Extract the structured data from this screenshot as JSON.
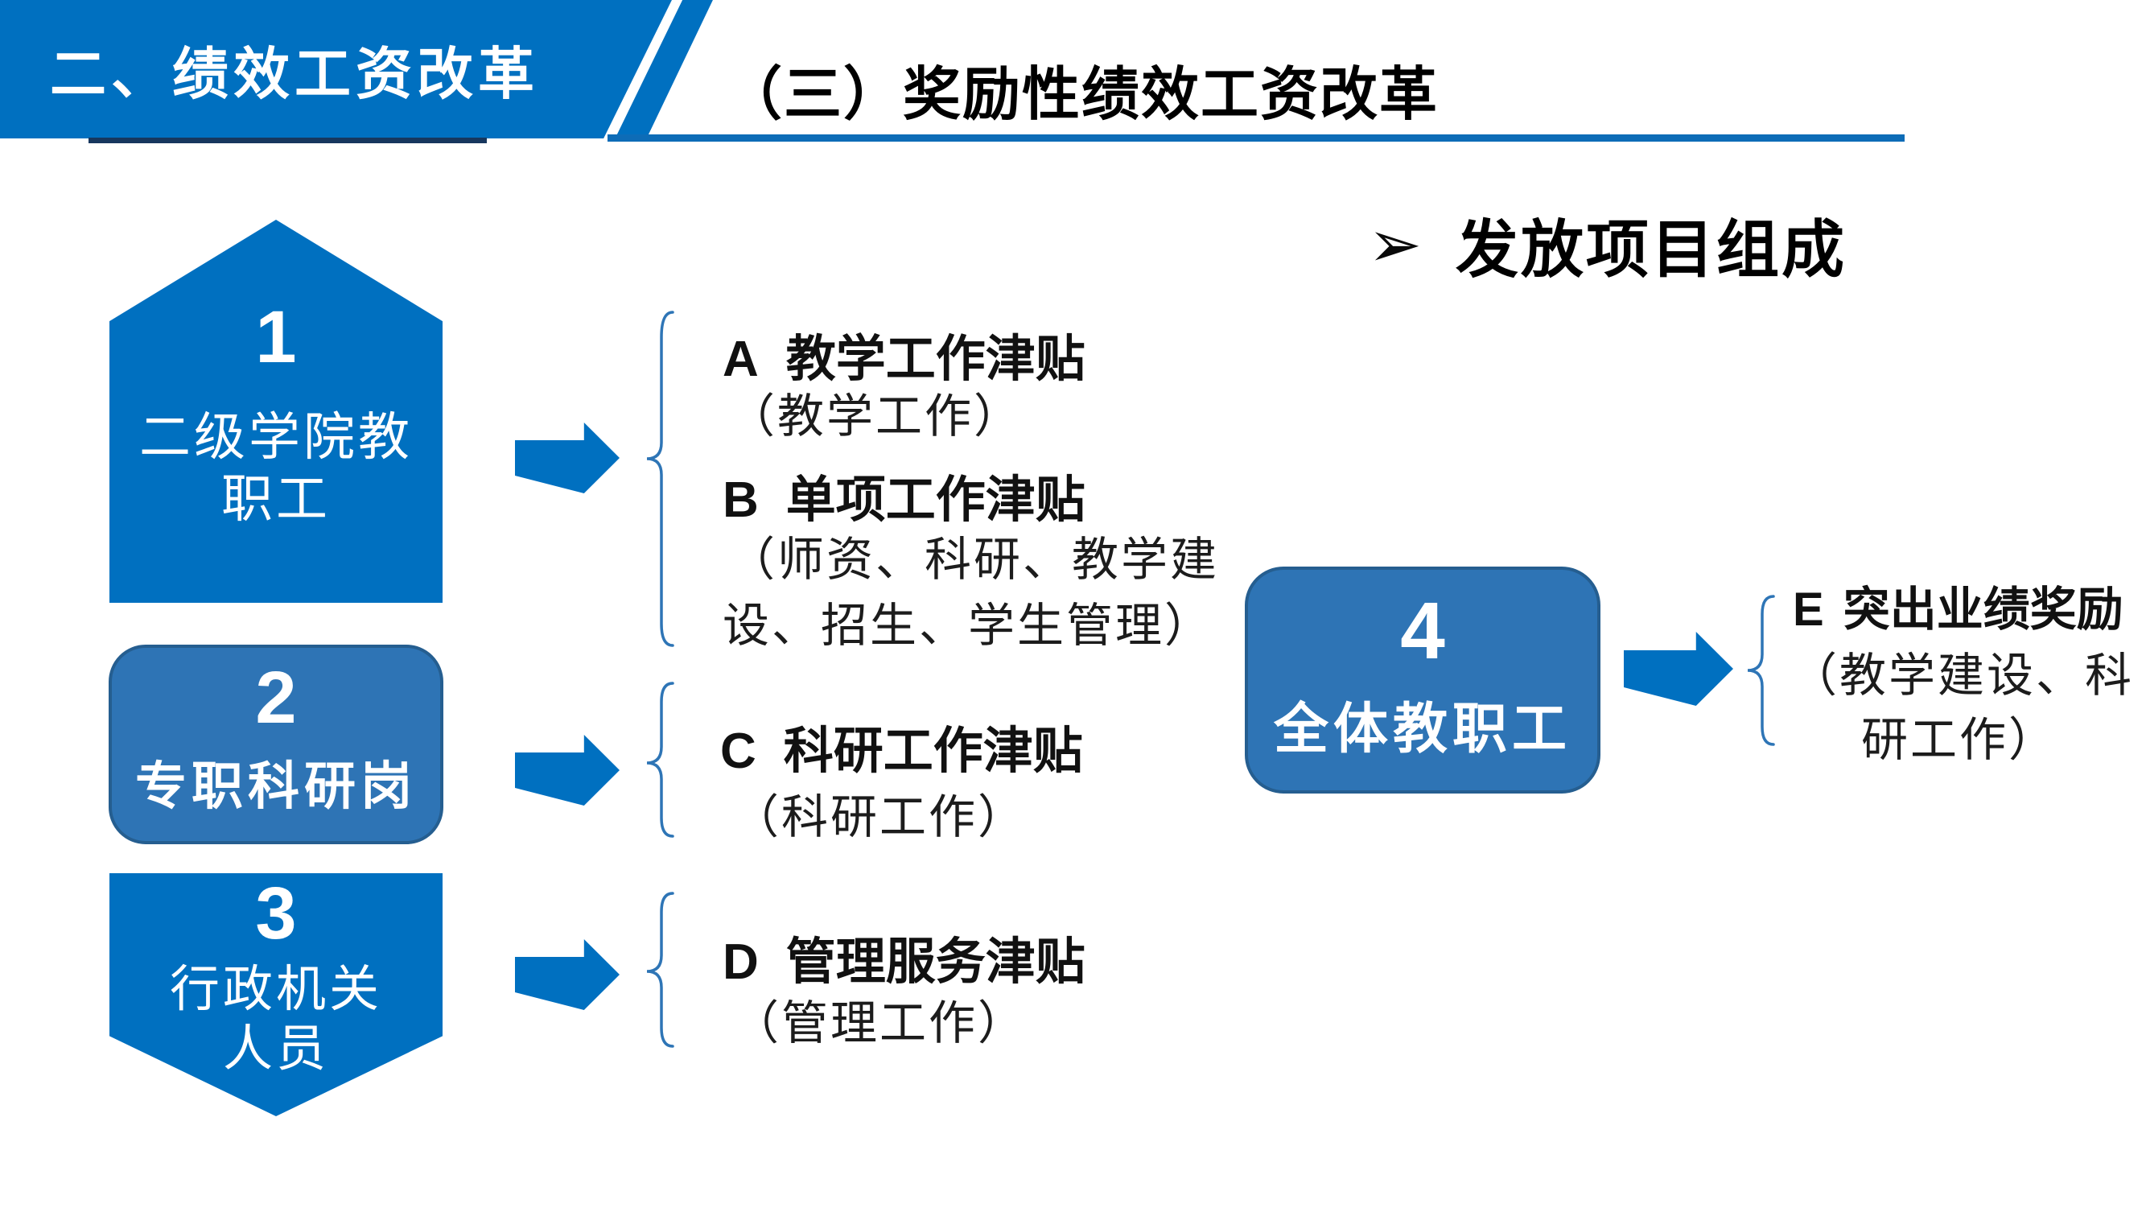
{
  "slide": {
    "banner_label": "二、绩效工资改革",
    "title": "（三）奖励性绩效工资改革",
    "section_bullet": "➢",
    "section_heading": "发放项目组成"
  },
  "groups": [
    {
      "number": "1",
      "name_line1": "二级学院教",
      "name_line2": "职工"
    },
    {
      "number": "2",
      "name_line1": "专职科研岗"
    },
    {
      "number": "3",
      "name_line1": "行政机关",
      "name_line2": "人员"
    },
    {
      "number": "4",
      "name_line1": "全体教职工"
    }
  ],
  "allowances": [
    {
      "code": "A",
      "title": "教学工作津贴",
      "note_line1": "（教学工作）"
    },
    {
      "code": "B",
      "title": "单项工作津贴",
      "note_line1": "（师资、科研、教学建",
      "note_line2": "设、招生、学生管理）"
    },
    {
      "code": "C",
      "title": "科研工作津贴",
      "note_line1": "（科研工作）"
    },
    {
      "code": "D",
      "title": "管理服务津贴",
      "note_line1": "（管理工作）"
    },
    {
      "code": "E",
      "title": "突出业绩奖励",
      "note_line1": "（教学建设、科",
      "note_line2": "研工作）"
    }
  ],
  "colors": {
    "primary_blue": "#0070C0",
    "muted_blue": "#2E74B5",
    "underline_blue": "#0D6CB7",
    "navy": "#17375E",
    "brace_blue": "#2E75B6",
    "title_text": "#000000"
  }
}
